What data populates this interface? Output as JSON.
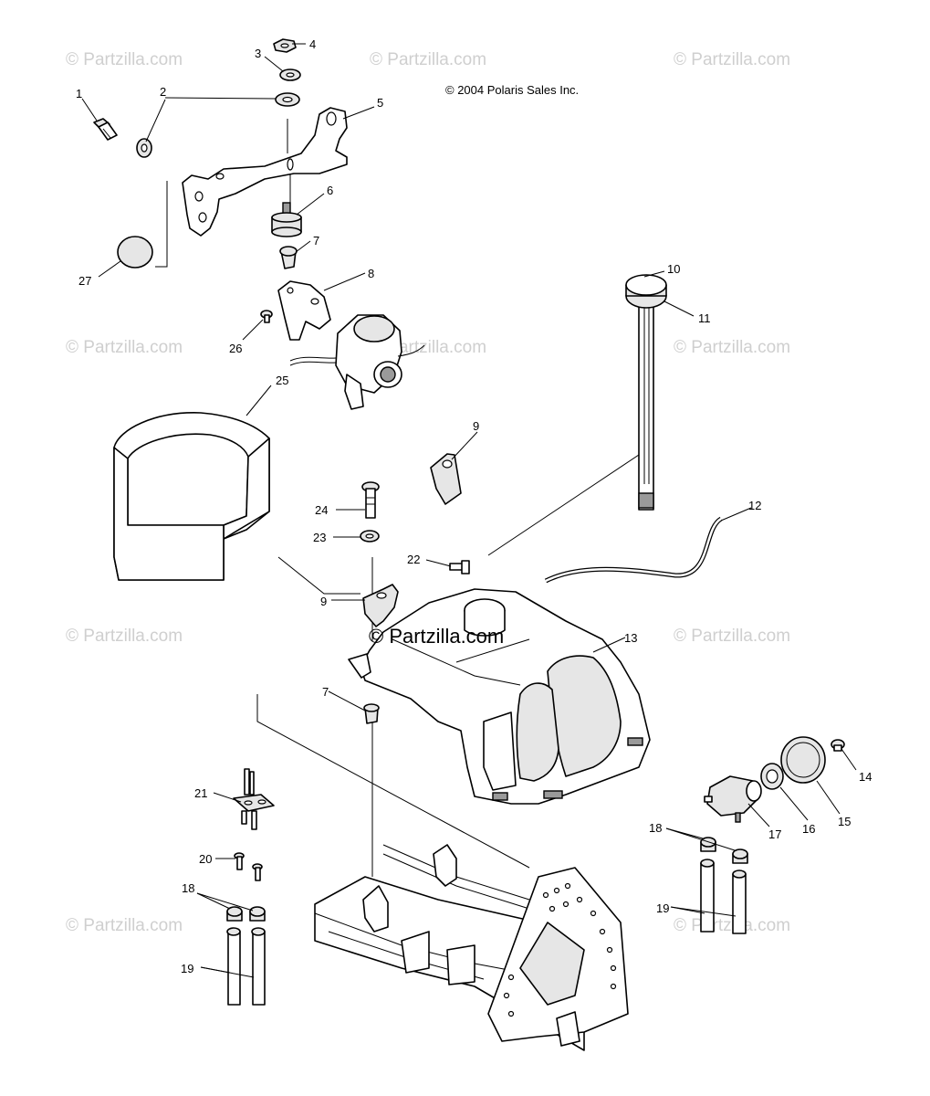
{
  "copyright": "© 2004 Polaris Sales Inc.",
  "watermark": {
    "text": "© Partzilla.com",
    "center_text": "© Partzilla.com"
  },
  "callouts": {
    "c1": "1",
    "c2": "2",
    "c3": "3",
    "c4": "4",
    "c5": "5",
    "c6": "6",
    "c7a": "7",
    "c7b": "7",
    "c8": "8",
    "c9a": "9",
    "c9b": "9",
    "c10": "10",
    "c11": "11",
    "c12": "12",
    "c13": "13",
    "c14": "14",
    "c15": "15",
    "c16": "16",
    "c17": "17",
    "c18a": "18",
    "c18b": "18",
    "c19a": "19",
    "c19b": "19",
    "c20": "20",
    "c21": "21",
    "c22": "22",
    "c23": "23",
    "c24": "24",
    "c25": "25",
    "c26": "26",
    "c27": "27"
  }
}
